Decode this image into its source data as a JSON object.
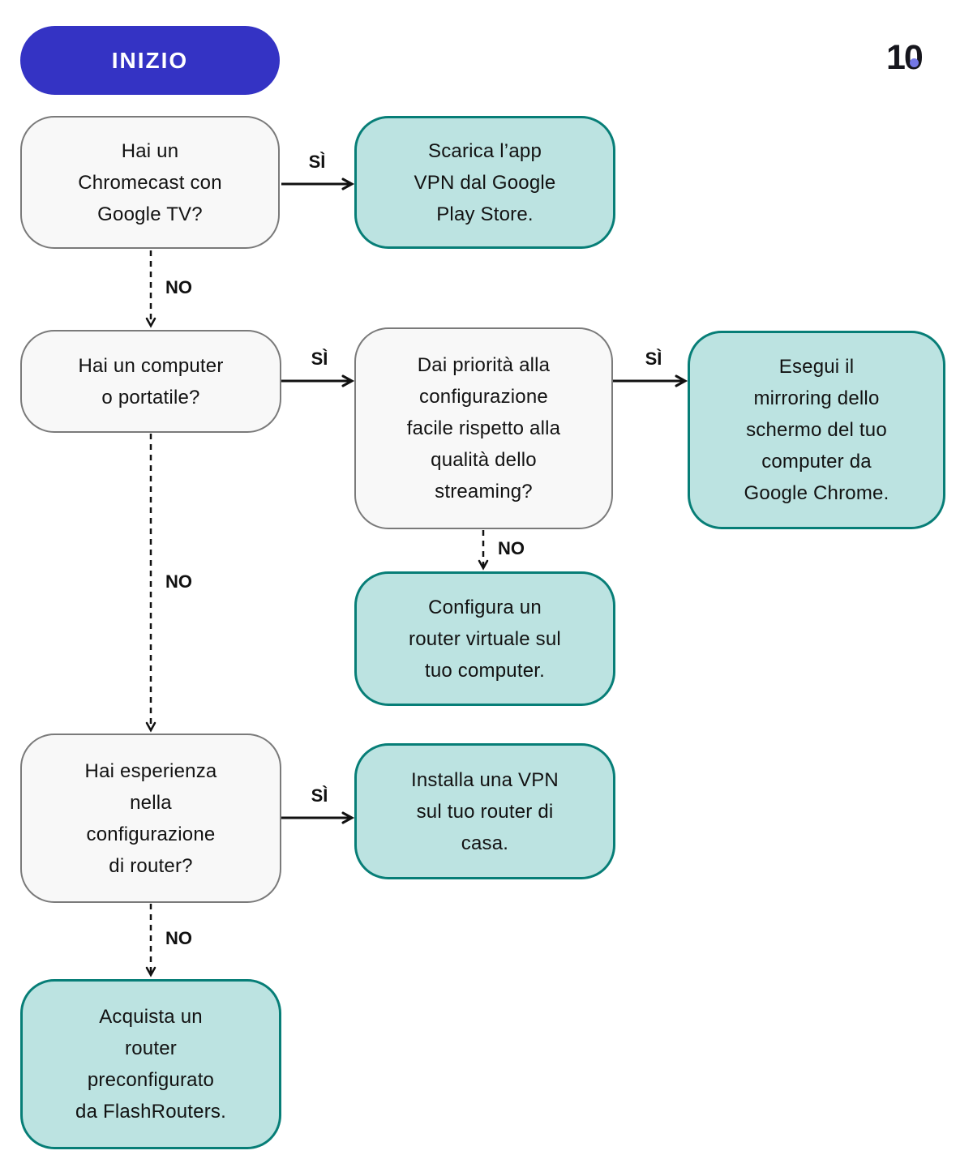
{
  "header": {
    "start_label": "INIZIO",
    "logo": {
      "text": "10",
      "dot_color": "#7478E6"
    }
  },
  "colors": {
    "start_fill": "#3433C4",
    "question_fill": "#F8F8F8",
    "question_border": "#7A7A7A",
    "action_fill": "#BCE3E1",
    "action_border": "#077E77",
    "arrow": "#111111",
    "text": "#121212"
  },
  "flowchart": {
    "nodes": {
      "q1": {
        "type": "question",
        "text": "Hai un\nChromecast con\nGoogle TV?"
      },
      "a1": {
        "type": "action",
        "text": "Scarica l’app\nVPN dal Google\nPlay Store."
      },
      "q2": {
        "type": "question",
        "text": "Hai un computer\no portatile?"
      },
      "q3": {
        "type": "question",
        "text": "Dai priorità alla\nconfigurazione\nfacile rispetto alla\nqualità dello\nstreaming?"
      },
      "a2": {
        "type": "action",
        "text": "Esegui il\nmirroring dello\nschermo del tuo\ncomputer da\nGoogle Chrome."
      },
      "a3": {
        "type": "action",
        "text": "Configura un\nrouter virtuale sul\ntuo computer."
      },
      "q4": {
        "type": "question",
        "text": "Hai esperienza\nnella\nconfigurazione\ndi router?"
      },
      "a4": {
        "type": "action",
        "text": "Installa una VPN\nsul tuo router di\ncasa."
      },
      "a5": {
        "type": "action",
        "text": "Acquista un\nrouter\npreconfigurato\nda FlashRouters."
      }
    },
    "edges": {
      "q1_yes": {
        "from": "q1",
        "to": "a1",
        "label": "SÌ",
        "style": "solid"
      },
      "q1_no": {
        "from": "q1",
        "to": "q2",
        "label": "NO",
        "style": "dashed"
      },
      "q2_yes": {
        "from": "q2",
        "to": "q3",
        "label": "SÌ",
        "style": "solid"
      },
      "q2_no": {
        "from": "q2",
        "to": "q4",
        "label": "NO",
        "style": "dashed"
      },
      "q3_yes": {
        "from": "q3",
        "to": "a2",
        "label": "SÌ",
        "style": "solid"
      },
      "q3_no": {
        "from": "q3",
        "to": "a3",
        "label": "NO",
        "style": "dashed"
      },
      "q4_yes": {
        "from": "q4",
        "to": "a4",
        "label": "SÌ",
        "style": "solid"
      },
      "q4_no": {
        "from": "q4",
        "to": "a5",
        "label": "NO",
        "style": "dashed"
      }
    }
  }
}
